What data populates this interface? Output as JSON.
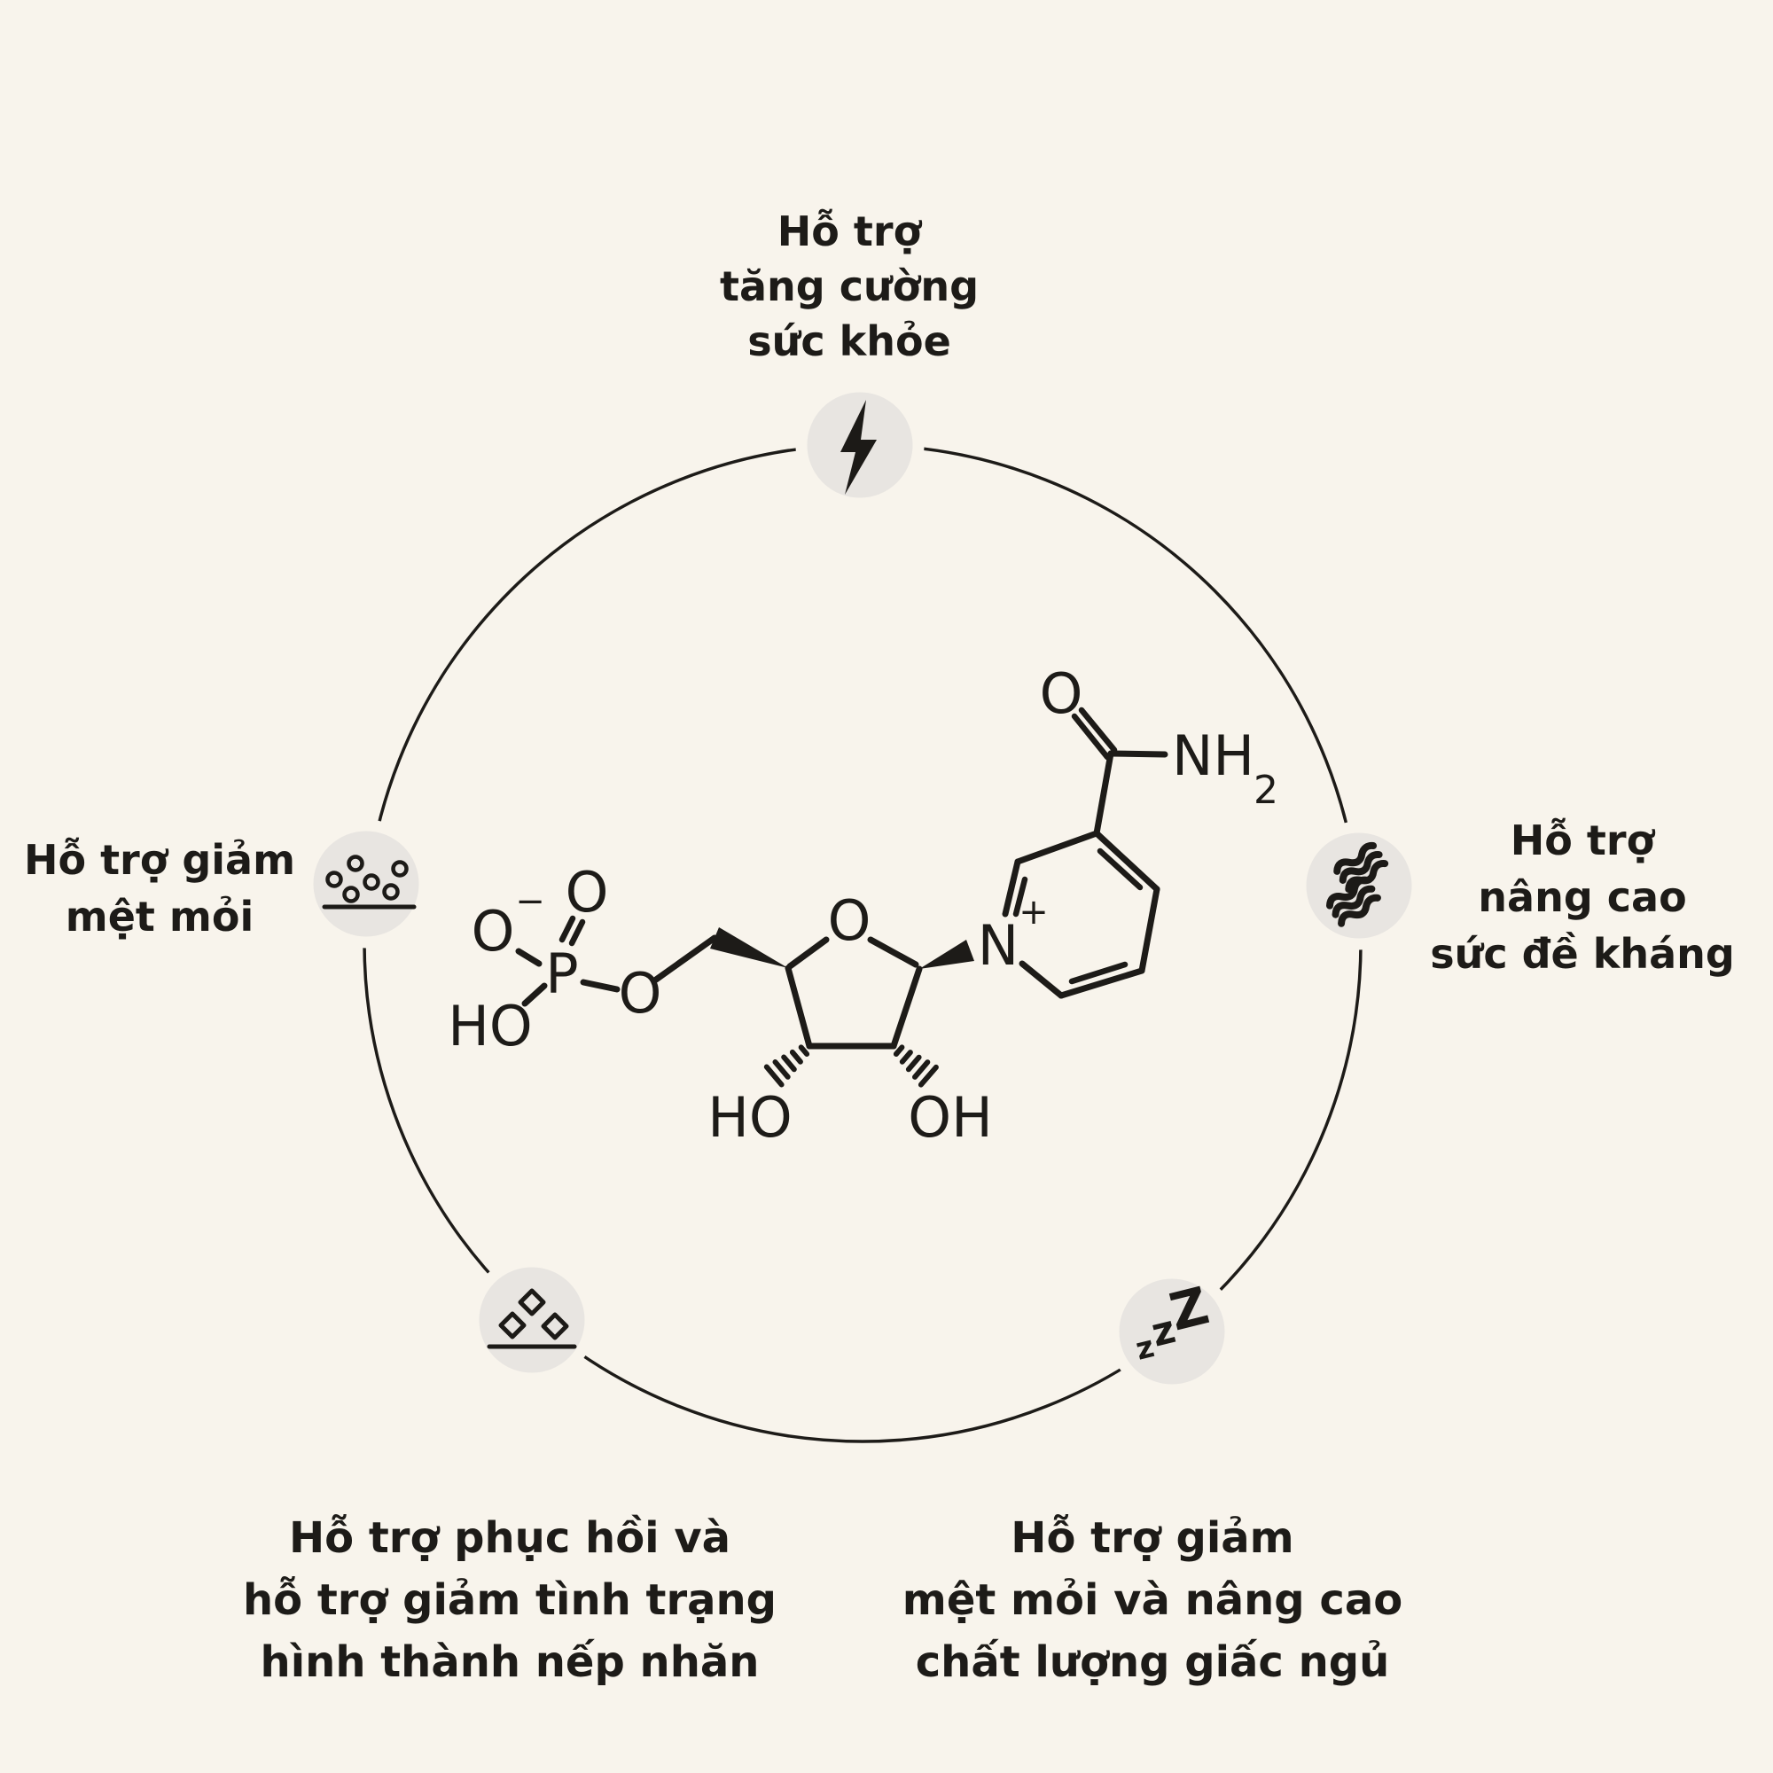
{
  "colors": {
    "background": "#f8f4ec",
    "icon_circle_fill": "#e8e5e1",
    "ink": "#1d1b18"
  },
  "benefits": {
    "top": {
      "icon": "lightning-icon",
      "lines": [
        "Hỗ trợ",
        "tăng cường",
        "sức khỏe"
      ]
    },
    "right": {
      "icon": "waves-icon",
      "lines": [
        "Hỗ trợ",
        "nâng cao",
        "sức đề kháng"
      ]
    },
    "left": {
      "icon": "bubbles-icon",
      "lines": [
        "Hỗ trợ giảm",
        "mệt mỏi"
      ]
    },
    "bottom_left": {
      "icon": "diamonds-icon",
      "lines": [
        "Hỗ trợ phục hồi và",
        "hỗ trợ giảm tình trạng",
        "hình thành nếp nhăn"
      ]
    },
    "bottom_right": {
      "icon": "sleep-zzz-icon",
      "lines": [
        "Hỗ trợ giảm",
        "mệt mỏi và nâng cao",
        "chất lượng giấc ngủ"
      ]
    }
  },
  "sleep_icon_glyphs": {
    "z1": "z",
    "z2": "z",
    "z3": "Z"
  },
  "molecule": {
    "atom_labels": {
      "phosphate_double_o": "O",
      "phosphate_o": "O",
      "phosphate_o_charge": "−",
      "phosphorus": "P",
      "phosphate_hydroxyl": "HO",
      "ester_oxygen": "O",
      "ribose_oxygen": "O",
      "hydroxyl_3prime": "HO",
      "hydroxyl_2prime": "OH",
      "pyridine_nitrogen": "N",
      "nitrogen_charge": "+",
      "amide_nh": "NH",
      "amide_h_count": "2",
      "amide_oxygen": "O"
    }
  }
}
